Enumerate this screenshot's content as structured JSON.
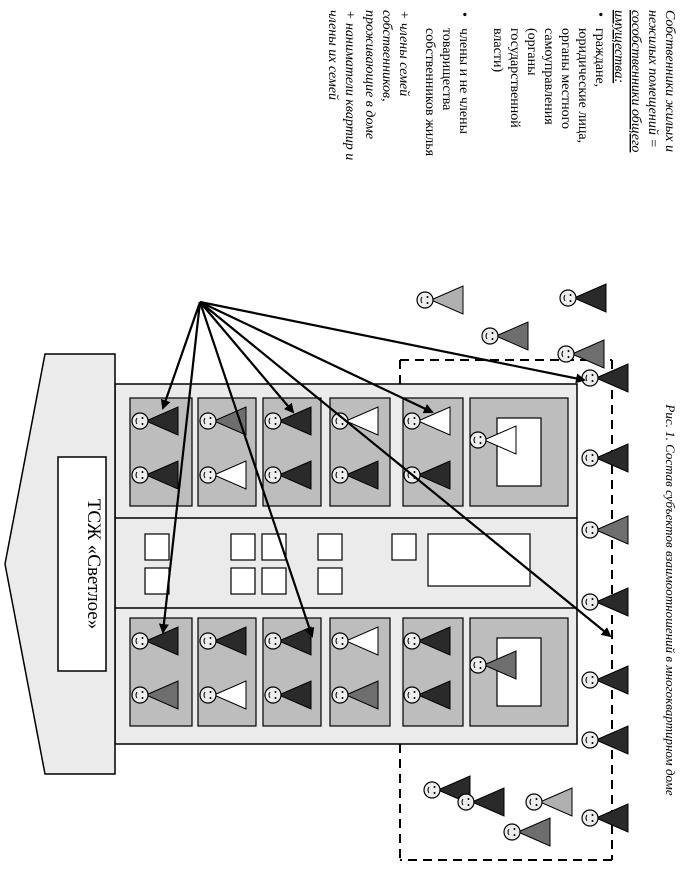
{
  "building": {
    "name_label": "ТСЖ «Светлое»"
  },
  "legend": {
    "heading_line1": "Собственники жилых и",
    "heading_line2": "нежилых помещений =",
    "heading_line3": "сособственники общего",
    "heading_line4": "имущества:",
    "bullet1_lines": [
      "граждане,",
      "юридические лица,",
      "органы местного",
      "самоуправления",
      "(органы",
      "государственной",
      "власти)"
    ],
    "bullet2_lines": [
      "члены и не члены",
      "товарищества",
      "собственников жилья"
    ],
    "plus1_lines": [
      "+ члены семей",
      "собственников,",
      "проживающие в доме"
    ],
    "plus2_lines": [
      "+ наниматели квартир и",
      "члены их семей"
    ]
  },
  "caption": "Рис. 1. Состав субъектов взаимоотношений в многоквартирном доме",
  "colors": {
    "fill_light": "#ebebeb",
    "fill_apartment": "#bdbdbd",
    "fig_dark": "#2a2a2a",
    "fig_mid": "#6e6e6e",
    "fig_light": "#b0b0b0",
    "fig_white": "#ffffff"
  }
}
